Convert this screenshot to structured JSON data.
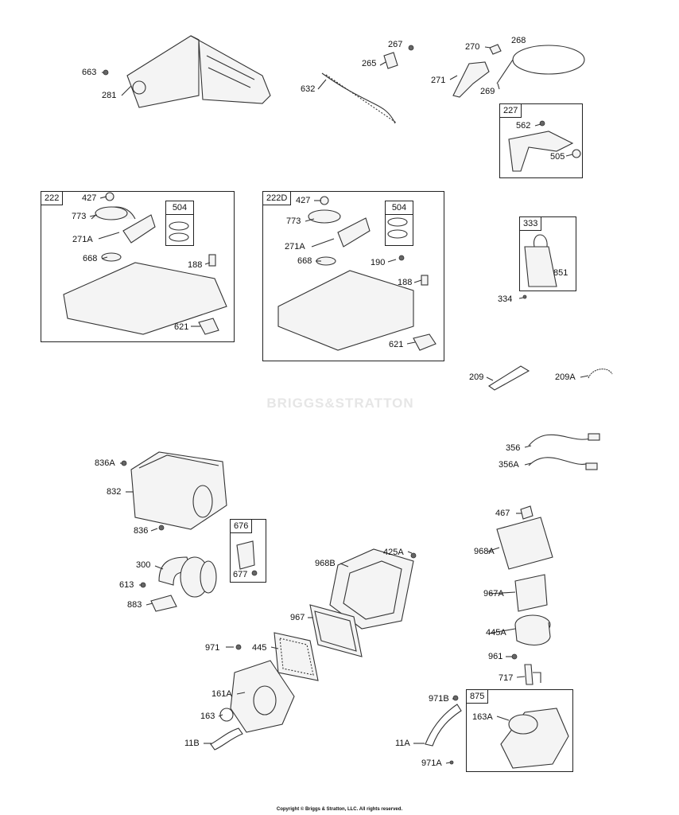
{
  "copyright": "Copyright © Briggs & Stratton, LLC. All rights reserved.",
  "watermark": "BRIGGS&STRATTON",
  "groups": [
    {
      "number": "222"
    },
    {
      "number": "222D"
    },
    {
      "number": "227"
    },
    {
      "number": "333"
    },
    {
      "number": "676"
    },
    {
      "number": "875"
    }
  ],
  "subgroups": [
    {
      "number": "504"
    },
    {
      "number": "504"
    }
  ],
  "labels": [
    "663",
    "281",
    "632",
    "267",
    "265",
    "270",
    "268",
    "271",
    "269",
    "562",
    "505",
    "427",
    "773",
    "271A",
    "668",
    "188",
    "621",
    "427",
    "773",
    "271A",
    "668",
    "190",
    "188",
    "621",
    "851",
    "334",
    "209",
    "209A",
    "356",
    "356A",
    "836A",
    "832",
    "836",
    "300",
    "613",
    "883",
    "677",
    "968B",
    "425A",
    "967",
    "971",
    "445",
    "161A",
    "163",
    "11B",
    "467",
    "968A",
    "967A",
    "445A",
    "961",
    "717",
    "971B",
    "163A",
    "11A",
    "971A"
  ]
}
